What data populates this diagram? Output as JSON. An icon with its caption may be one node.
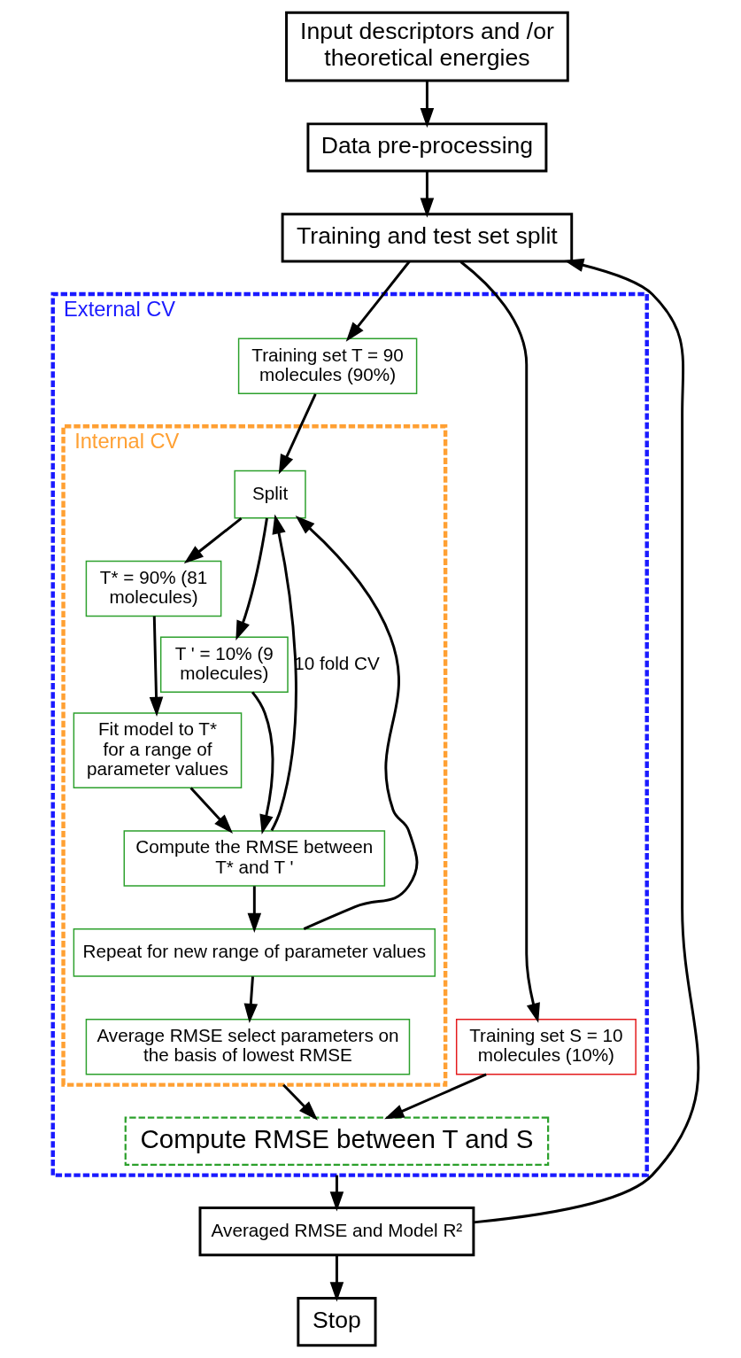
{
  "diagram": {
    "nodes": [
      {
        "text": [
          "Input descriptors and /or theoretical energies"
        ]
      },
      {
        "text": [
          "Data pre-processing"
        ]
      },
      {
        "text": [
          "Training and test set split"
        ]
      },
      {
        "text": [
          "External CV"
        ]
      },
      {
        "text": [
          "Training set T = 90 molecules (90%)"
        ],
        "in": 3
      },
      {
        "text": [
          "Training set S = 10 molecules (10%)"
        ],
        "in": 3
      },
      {
        "text": [
          "Internal CV"
        ],
        "in": 3
      },
      {
        "text": [
          "Split"
        ],
        "in": 6
      },
      {
        "text": [
          "T* = 90% (81 molecules)"
        ],
        "in": 6
      },
      {
        "text": [
          "T ' = 10% (9 molecules)"
        ],
        "in": 6
      },
      {
        "text": [
          "Fit model to T* for a range of parameter values"
        ],
        "in": 6
      },
      {
        "text": [
          "Compute the RMSE between T* and T '"
        ],
        "in": 6
      },
      {
        "text": [
          "Repeat for new range of parameter values"
        ],
        "in": 6
      },
      {
        "text": [
          "Average RMSE select parameters on the basis of lowest RMSE"
        ],
        "in": 6
      },
      {
        "text": [
          "Compute RMSE between T and S"
        ],
        "in": 3
      },
      {
        "text": [
          "Averaged RMSE and Model R²"
        ]
      },
      {
        "text": [
          "Stop"
        ]
      }
    ],
    "edges": [
      {
        "from": 0,
        "to": 1,
        "arrow": "to"
      },
      {
        "from": 1,
        "to": 2,
        "arrow": "to"
      },
      {
        "from": 2,
        "to": 4,
        "arrow": "to"
      },
      {
        "from": 2,
        "to": 5,
        "arrow": "to"
      },
      {
        "from": 4,
        "to": 7,
        "arrow": "to"
      },
      {
        "from": 7,
        "to": 8,
        "arrow": "to"
      },
      {
        "from": 7,
        "to": 9,
        "arrow": "to"
      },
      {
        "from": 8,
        "to": 10,
        "arrow": "to"
      },
      {
        "from": 10,
        "to": 11,
        "arrow": "to"
      },
      {
        "from": 9,
        "to": 11,
        "arrow": "to"
      },
      {
        "from": 11,
        "to": 7,
        "arrow": "to",
        "label": "10 fold CV"
      },
      {
        "from": 11,
        "to": 12,
        "arrow": "to"
      },
      {
        "from": 12,
        "to": 7,
        "arrow": "to"
      },
      {
        "from": 12,
        "to": 13,
        "arrow": "to"
      },
      {
        "from": 6,
        "to": 14,
        "arrow": "to"
      },
      {
        "from": 5,
        "to": 14,
        "arrow": "to"
      },
      {
        "from": 3,
        "to": 15,
        "arrow": "to"
      },
      {
        "from": 15,
        "to": 2,
        "arrow": "to"
      },
      {
        "from": 15,
        "to": 16,
        "arrow": "to"
      }
    ]
  }
}
